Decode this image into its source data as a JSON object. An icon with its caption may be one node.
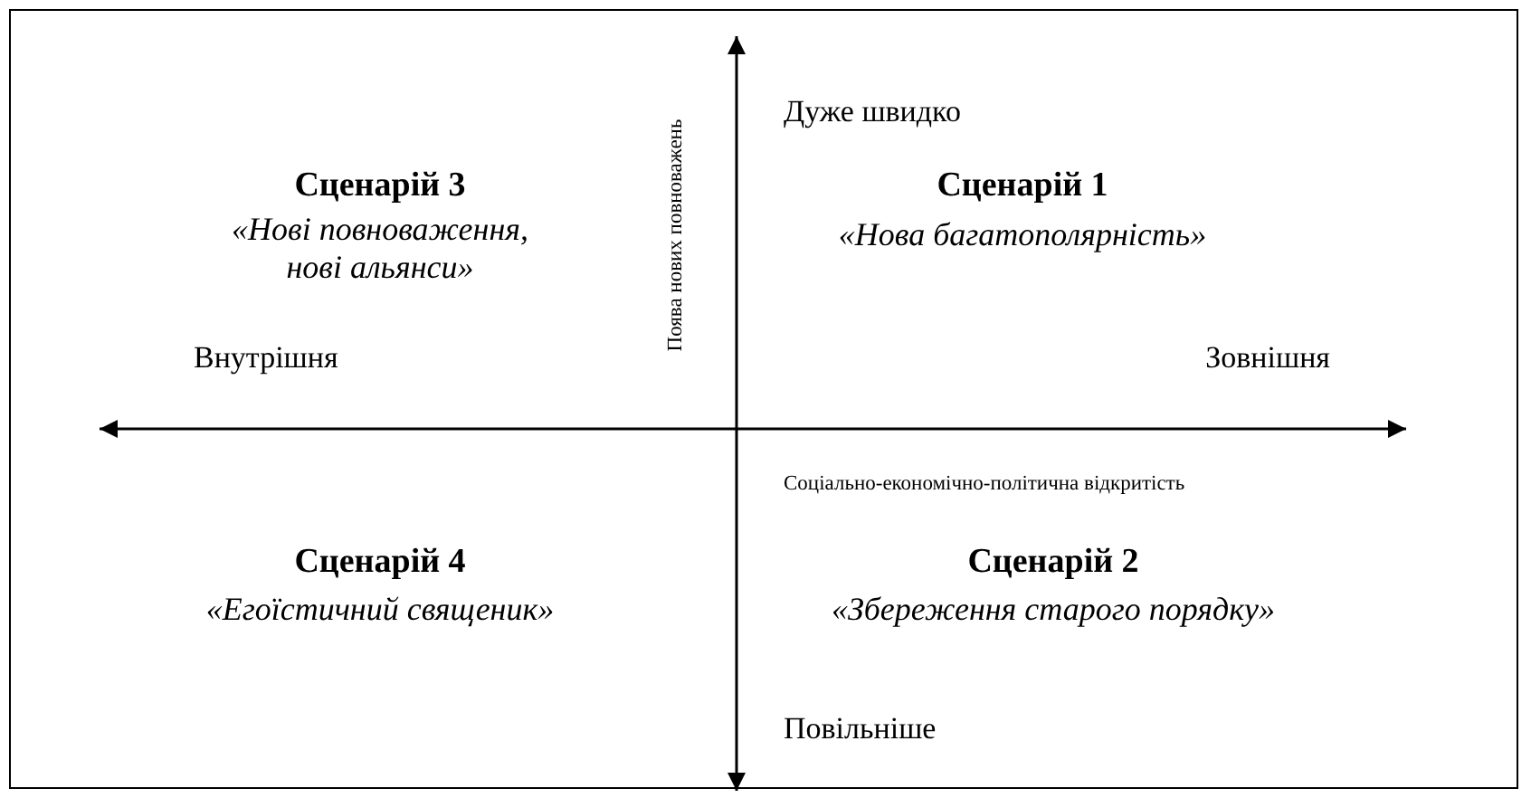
{
  "diagram": {
    "labels": [
      "Дуже швидко",
      "Сценарій 3",
      "«Нові повноваження, нові альянси»",
      "Сценарій 1",
      "«Нова багатополярність»",
      "Поява нових повноважень",
      "Внутрішня",
      "Зовнішня",
      "Соціально-економічно-політична відкритість",
      "Сценарій 4",
      "«Егоїстичний священик»",
      "Сценарій 2",
      "«Збереження старого порядку»",
      "Повільніше"
    ]
  }
}
